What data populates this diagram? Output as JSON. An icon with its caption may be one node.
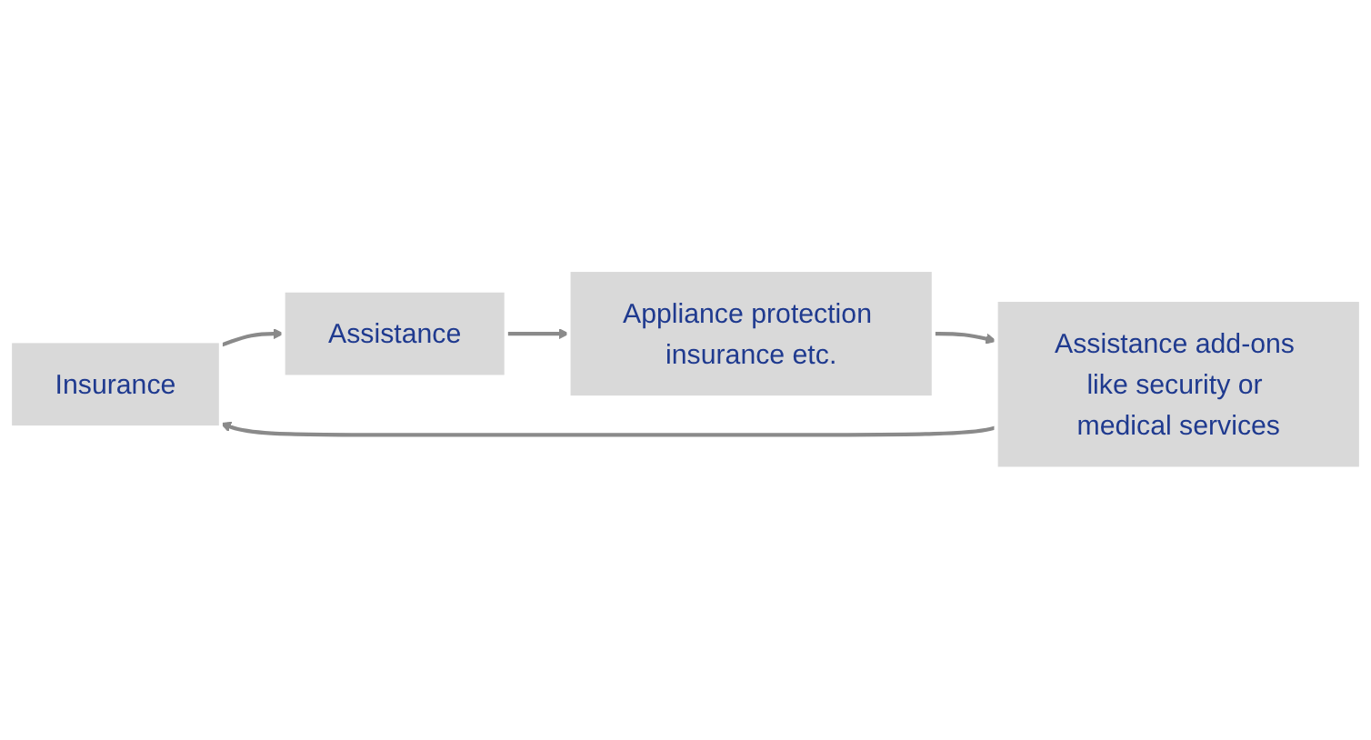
{
  "diagram": {
    "nodes": [
      {
        "text": [
          "Insurance"
        ]
      },
      {
        "text": [
          "Assistance"
        ]
      },
      {
        "text": [
          "Appliance protection insurance etc."
        ]
      },
      {
        "text": [
          "Assistance add-ons like security or medical services"
        ]
      }
    ],
    "edges": [
      {
        "from": 0,
        "to": 1,
        "arrow": "to"
      },
      {
        "from": 1,
        "to": 2,
        "arrow": "to"
      },
      {
        "from": 2,
        "to": 3,
        "arrow": "to"
      },
      {
        "from": 3,
        "to": 0,
        "arrow": "to"
      }
    ]
  }
}
